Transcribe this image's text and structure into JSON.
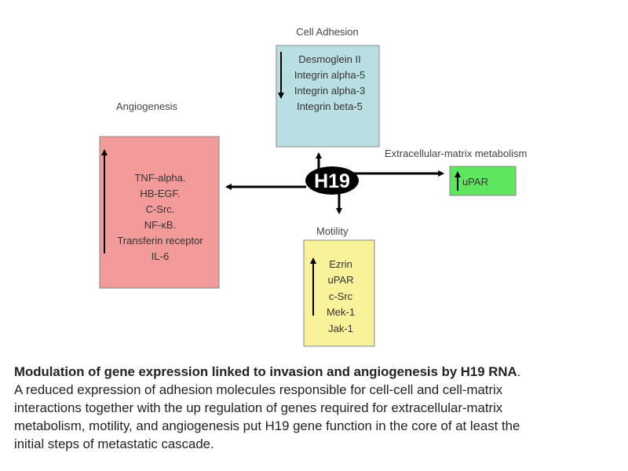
{
  "diagram": {
    "center": "H19",
    "nodes": {
      "cell_adhesion": {
        "title": "Cell Adhesion",
        "direction": "down",
        "color": "#b9dfe3",
        "items": [
          "Desmoglein II",
          "Integrin alpha-5",
          "Integrin alpha-3",
          "Integrin beta-5"
        ]
      },
      "angiogenesis": {
        "title": "Angiogenesis",
        "direction": "up",
        "color": "#f39a9a",
        "items": [
          "TNF-alpha.",
          "HB-EGF.",
          "C-Src.",
          "NF-κB.",
          "Transferin receptor",
          "IL-6"
        ]
      },
      "ecm": {
        "title": "Extracellular-matrix metabolism",
        "direction": "up",
        "color": "#5fe65f",
        "items": [
          "uPAR"
        ]
      },
      "motility": {
        "title": "Motility",
        "direction": "up",
        "color": "#f8f39a",
        "items": [
          "Ezrin",
          "uPAR",
          "c-Src",
          "Mek-1",
          "Jak-1"
        ]
      }
    }
  },
  "caption": {
    "title": "Modulation of gene expression linked to invasion and angiogenesis by H19 RNA",
    "title_end": ".",
    "lines": [
      "A reduced expression of adhesion molecules responsible for cell-cell and cell-matrix",
      "interactions together with the up regulation of genes required for extracellular-matrix",
      "metabolism, motility, and angiogenesis put H19 gene function in the core of at least the",
      "initial steps of metastatic cascade."
    ]
  }
}
